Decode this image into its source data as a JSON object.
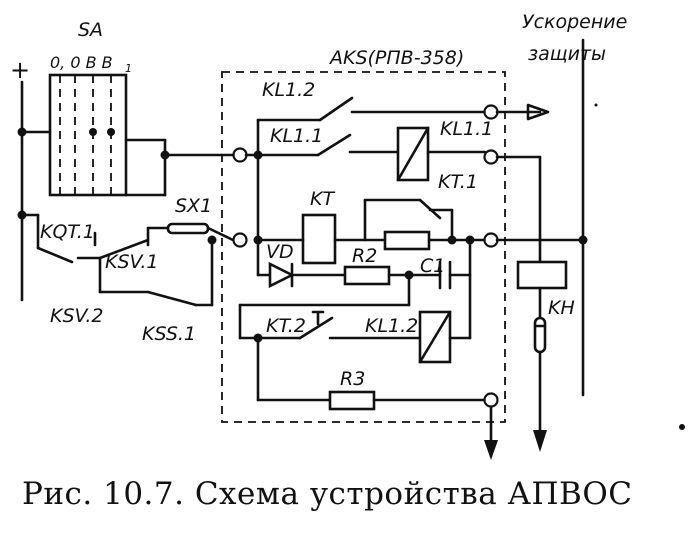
{
  "caption": "Рис. 10.7. Схема устройства АПВОС",
  "labels": {
    "plus": "+",
    "sa": "SA",
    "sa_positions": "0, 0  B  B",
    "sa_sub": "1",
    "aks": "AKS(РПВ-358)",
    "uskorenie": "Ускорение",
    "zashchity": "защиты",
    "kl12_top": "KL1.2",
    "kl11_contact": "KL1.1",
    "kl11_coil": "KL1.1",
    "kt1": "KT.1",
    "kt": "KT",
    "sx1": "SX1",
    "kqt1": "KQT.1",
    "ksv1": "KSV.1",
    "ksv2": "KSV.2",
    "kss1": "KSS.1",
    "vd": "VD",
    "r2": "R2",
    "c1": "C1",
    "kt2": "KT.2",
    "kl12_coil": "KL1.2",
    "r3": "R3",
    "kh": "KH"
  }
}
